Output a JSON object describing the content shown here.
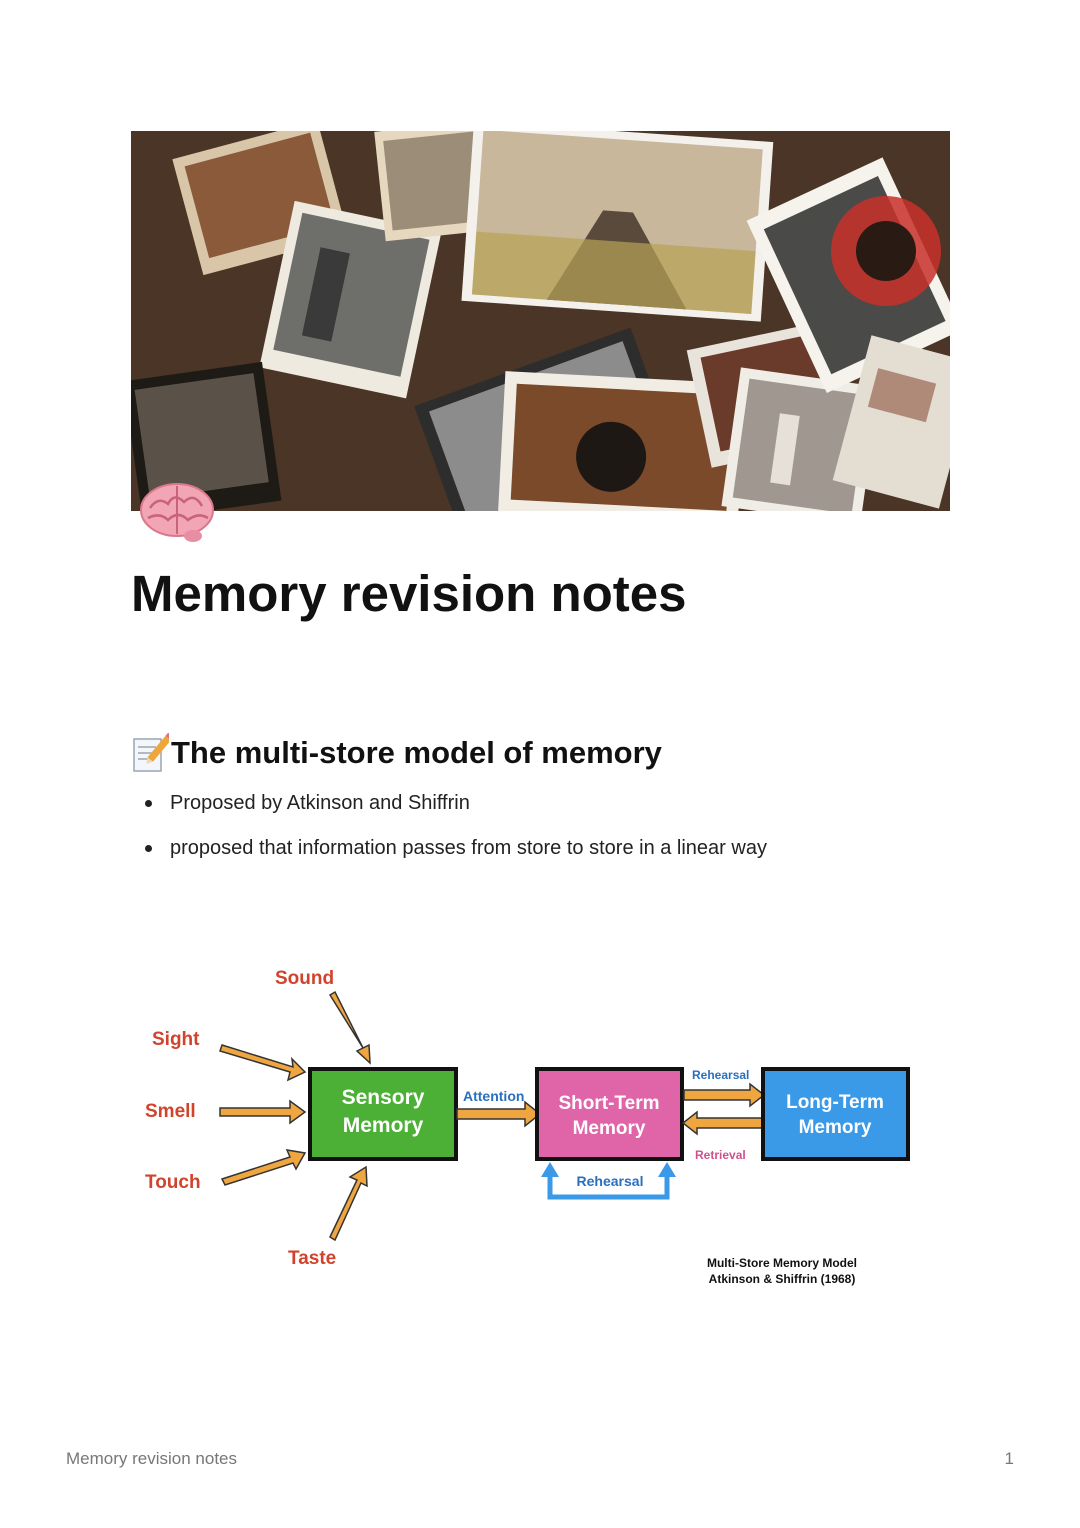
{
  "page": {
    "title": "Memory revision notes",
    "footer_title": "Memory revision notes",
    "page_number": "1"
  },
  "cover": {
    "icon": "brain-icon"
  },
  "section": {
    "heading": "The multi-store model of memory",
    "icon": "memo-icon",
    "bullets": [
      "Proposed by Atkinson and Shiffrin",
      "proposed that information passes from store to store in a linear way"
    ]
  },
  "diagram": {
    "inputs": {
      "sound": "Sound",
      "sight": "Sight",
      "smell": "Smell",
      "touch": "Touch",
      "taste": "Taste"
    },
    "stores": {
      "sensory_line1": "Sensory",
      "sensory_line2": "Memory",
      "stm_line1": "Short-Term",
      "stm_line2": "Memory",
      "ltm_line1": "Long-Term",
      "ltm_line2": "Memory"
    },
    "arrows": {
      "attention": "Attention",
      "rehearsal_top": "Rehearsal",
      "retrieval": "Retrieval",
      "rehearsal_loop": "Rehearsal"
    },
    "caption_line1": "Multi-Store Memory Model",
    "caption_line2": "Atkinson & Shiffrin (1968)",
    "colors": {
      "input_label": "#d0432c",
      "sensory_box": "#4caf36",
      "stm_box": "#e064a8",
      "ltm_box": "#3a9ae8",
      "arrow_fill": "#f0a640",
      "label_blue": "#2a6fbf",
      "label_pink": "#d0508f"
    }
  }
}
